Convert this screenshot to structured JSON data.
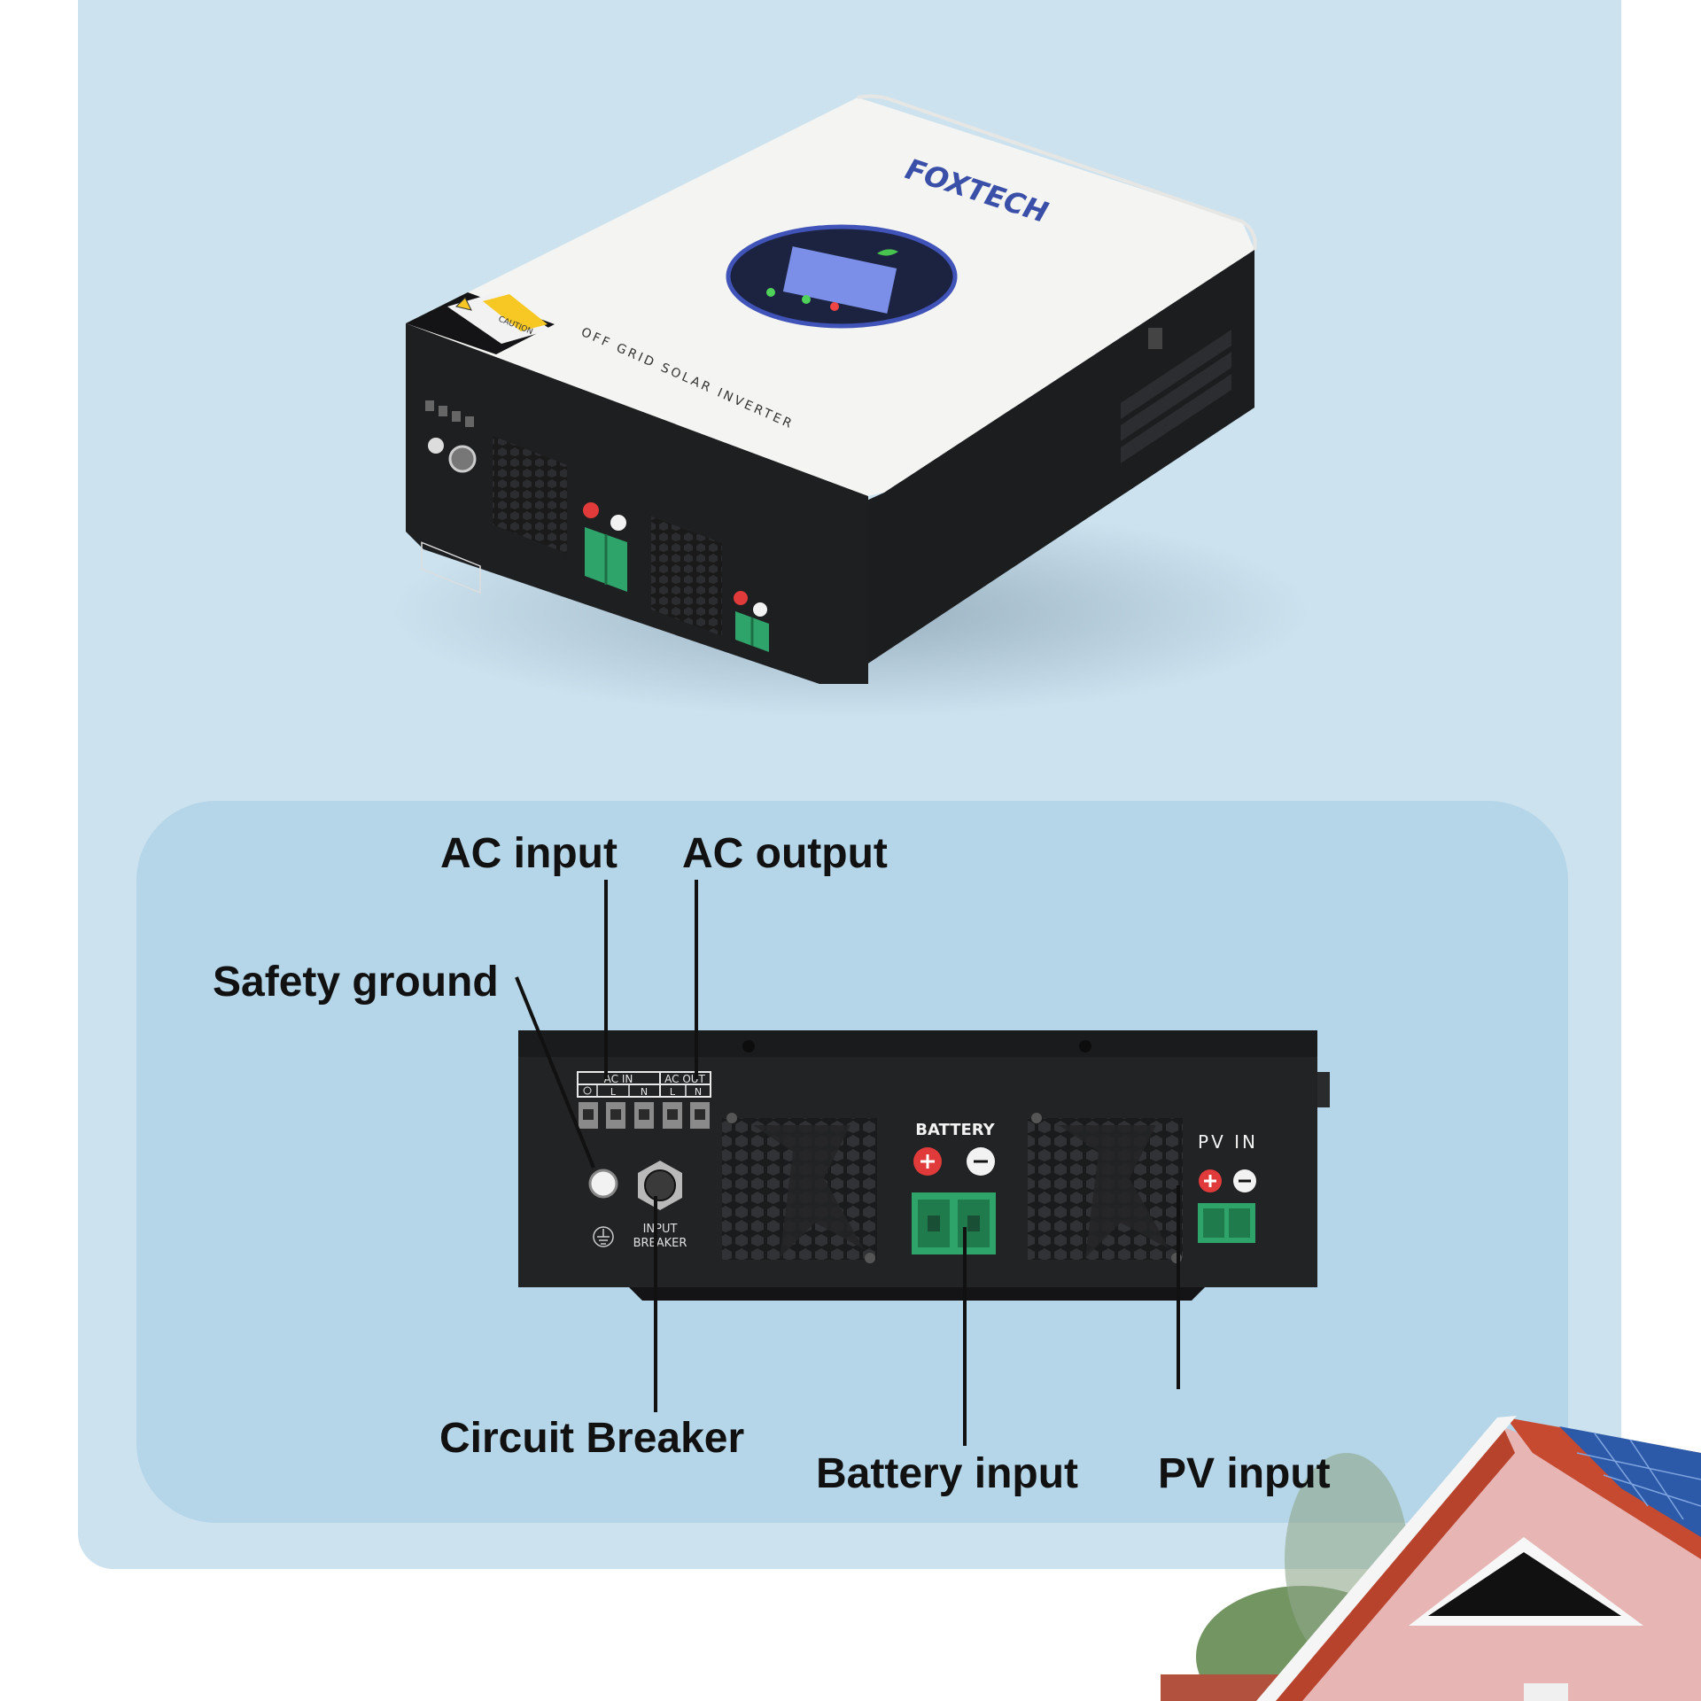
{
  "product": {
    "brand": "FOXTECH",
    "model_text": "OFF GRID SOLAR INVERTER",
    "caution_label": "CAUTION"
  },
  "front_panel": {
    "ac_in_label": "AC IN",
    "ac_out_label": "AC OUT",
    "terminal_labels": [
      "L",
      "N",
      "L",
      "N"
    ],
    "battery_label": "BATTERY",
    "pv_label": "PV IN",
    "breaker_label_line1": "INPUT",
    "breaker_label_line2": "BREAKER"
  },
  "callouts": {
    "ac_input": "AC input",
    "ac_output": "AC output",
    "safety_ground": "Safety ground",
    "circuit_breaker": "Circuit Breaker",
    "battery_input": "Battery input",
    "pv_input": "PV input"
  },
  "colors": {
    "outer_panel": "#cce2ef",
    "inner_panel": "#b5d5e8",
    "inverter_body": "#1d1e20",
    "terminal_green": "#2fa46a",
    "positive_red": "#e03a3a",
    "brand_blue": "#3a4fa8"
  }
}
